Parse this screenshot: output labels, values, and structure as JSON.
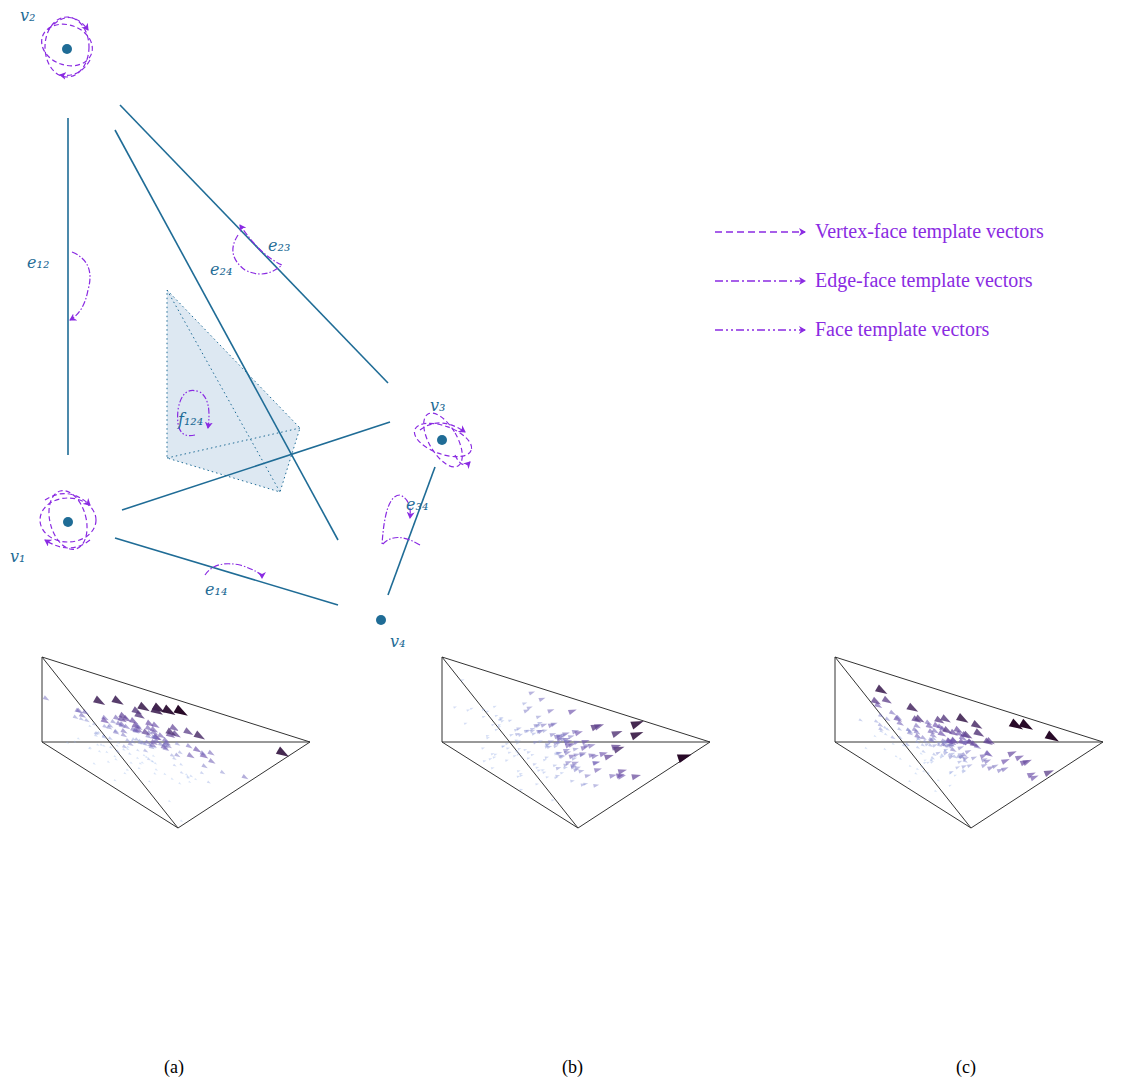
{
  "diagram": {
    "labels": [
      "v₂",
      "e₁₂",
      "e₂₄",
      "e₂₃",
      "f₁₂₄",
      "v₃",
      "v₁",
      "e₃₄",
      "e₁₄",
      "v₄",
      "(a)",
      "(b)",
      "(c)"
    ],
    "legend": [
      {
        "text": "Vertex-face template vectors"
      },
      {
        "text": "Edge-face template vectors"
      },
      {
        "text": "Face template vectors"
      }
    ]
  }
}
